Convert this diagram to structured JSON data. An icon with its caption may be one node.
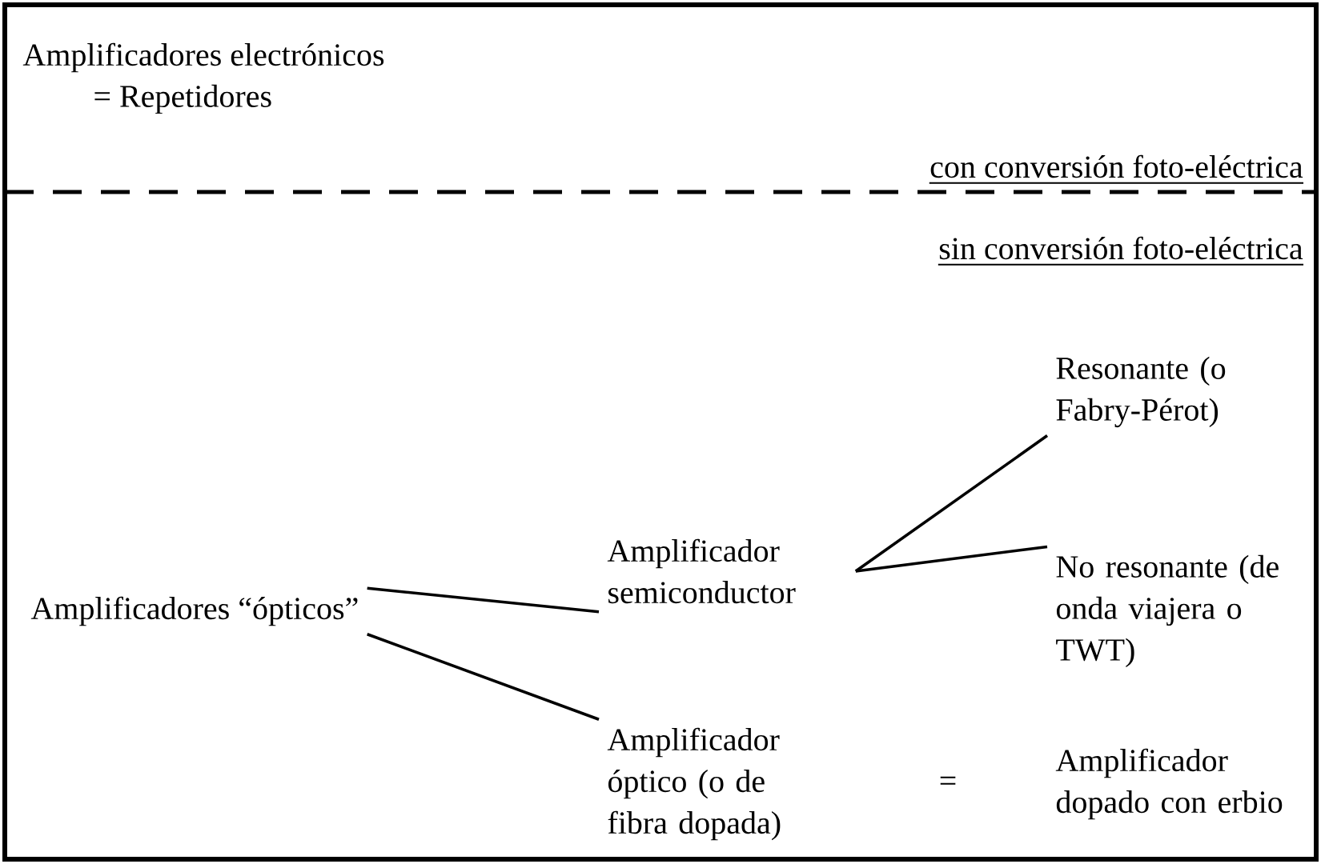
{
  "diagram": {
    "nodes": [
      {
        "text": [
          "Amplificadores “ópticos”"
        ]
      },
      {
        "text": [
          "Amplificador semiconductor"
        ]
      },
      {
        "text": [
          "Resonante (o Fabry-Pérot)"
        ]
      },
      {
        "text": [
          "No resonante (de onda viajera o TWT)"
        ]
      },
      {
        "text": [
          "Amplificador óptico (o de fibra dopada)"
        ]
      },
      {
        "text": [
          "Amplificador dopado con erbio"
        ]
      }
    ],
    "edges": [
      {
        "from": 0,
        "to": 1,
        "arrow": "none"
      },
      {
        "from": 0,
        "to": 4,
        "arrow": "none"
      },
      {
        "from": 1,
        "to": 2,
        "arrow": "none"
      },
      {
        "from": 1,
        "to": 3,
        "arrow": "none"
      }
    ],
    "labels": [
      "Amplificadores electrónicos",
      "= Repetidores",
      "con conversión foto-eléctrica",
      "sin conversión foto-eléctrica",
      "="
    ]
  }
}
